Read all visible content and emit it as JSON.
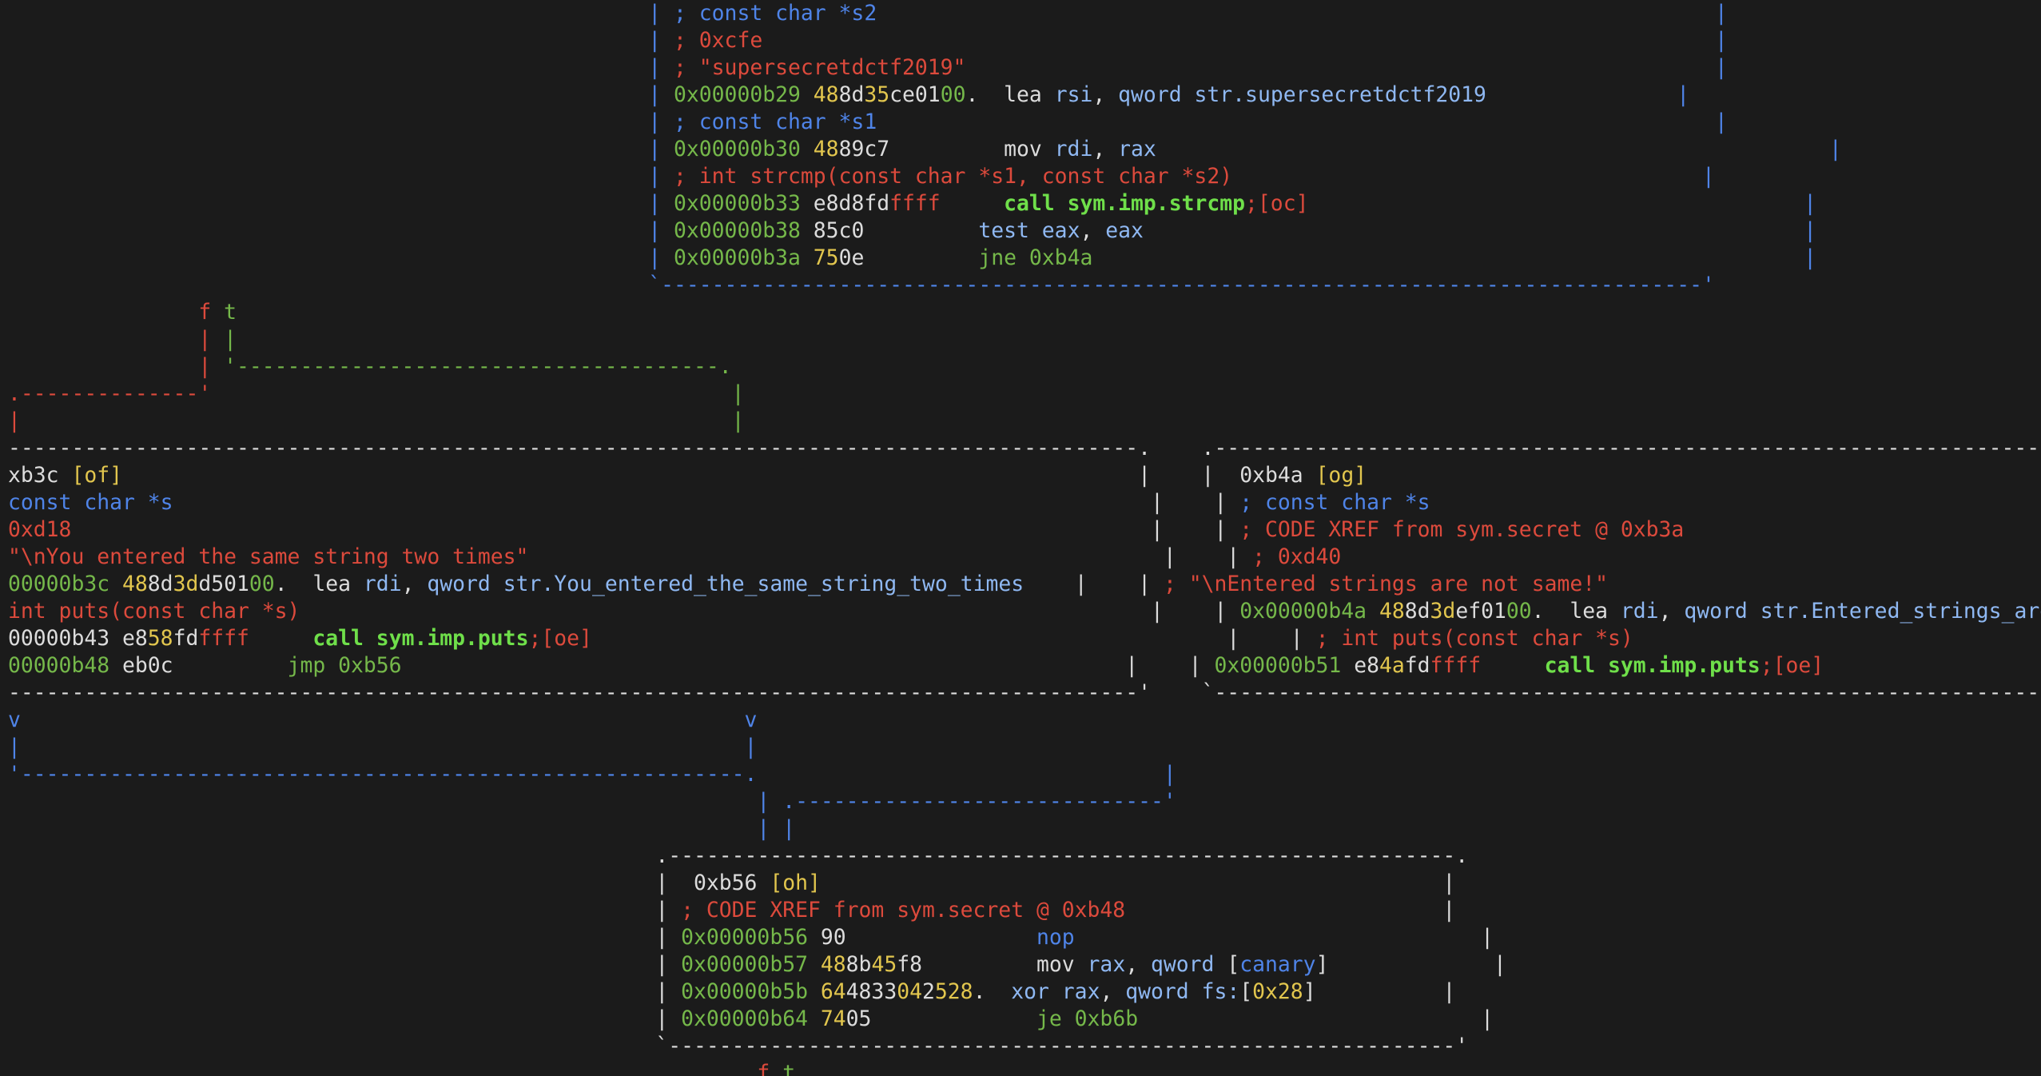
{
  "colors": {
    "background": "#1b1b1b",
    "text": "#dcdcdc",
    "address": "#75b84a",
    "hex_byte": "#e2c64e",
    "comment": "#dc4a3c",
    "graph_edge_false": "#dc4a3c",
    "graph_edge_true": "#5fae3a",
    "graph_edge_jump": "#4f84e8",
    "register": "#8fb8f2",
    "call": "#6fdf4a"
  },
  "rows": [
    [
      [
        "c-b",
        "       | ; const char *s2                                                                  |"
      ]
    ],
    [
      [
        "c-b",
        "       | "
      ],
      [
        "c-r",
        "; 0xcfe"
      ],
      [
        "c-b",
        "                                                                           |"
      ]
    ],
    [
      [
        "c-b",
        "       | "
      ],
      [
        "c-r",
        "; \"supersecretdctf2019\""
      ],
      [
        "c-b",
        "                                                           |"
      ]
    ],
    [
      [
        "c-b",
        "       | "
      ],
      [
        "c-g",
        "0x00000b29"
      ],
      [
        "c-w",
        " "
      ],
      [
        "c-y",
        "48"
      ],
      [
        "c-w",
        "8d"
      ],
      [
        "c-y",
        "35"
      ],
      [
        "c-w",
        "ce01"
      ],
      [
        "c-g",
        "00"
      ],
      [
        "c-w",
        ".  lea "
      ],
      [
        "c-lb",
        "rsi"
      ],
      [
        "c-w",
        ", "
      ],
      [
        "c-lb",
        "qword"
      ],
      [
        "c-w",
        " "
      ],
      [
        "c-lb",
        "str.supersecretdctf2019"
      ],
      [
        "c-b",
        "               |"
      ]
    ],
    [
      [
        "c-b",
        "       | ; const char *s1                                                                  |"
      ]
    ],
    [
      [
        "c-b",
        "       | "
      ],
      [
        "c-g",
        "0x00000b30"
      ],
      [
        "c-w",
        " "
      ],
      [
        "c-y",
        "48"
      ],
      [
        "c-w",
        "89c7         mov "
      ],
      [
        "c-lb",
        "rdi"
      ],
      [
        "c-w",
        ", "
      ],
      [
        "c-lb",
        "rax"
      ],
      [
        "c-b",
        "                                                     |"
      ]
    ],
    [
      [
        "c-b",
        "       | "
      ],
      [
        "c-r",
        "; int strcmp(const char *s1, const char *s2)"
      ],
      [
        "c-b",
        "                                     |"
      ]
    ],
    [
      [
        "c-b",
        "       | "
      ],
      [
        "c-g",
        "0x00000b33"
      ],
      [
        "c-w",
        " e8d8fd"
      ],
      [
        "c-r",
        "ffff"
      ],
      [
        "c-w",
        "     "
      ],
      [
        "c-bg",
        "call sym.imp.strcmp"
      ],
      [
        "c-r",
        ";[oc]"
      ],
      [
        "c-b",
        "                                       |"
      ]
    ],
    [
      [
        "c-b",
        "       | "
      ],
      [
        "c-g",
        "0x00000b38"
      ],
      [
        "c-w",
        " 85c0         "
      ],
      [
        "c-lb",
        "test eax"
      ],
      [
        "c-w",
        ", "
      ],
      [
        "c-lb",
        "eax"
      ],
      [
        "c-b",
        "                                                    |"
      ]
    ],
    [
      [
        "c-b",
        "       | "
      ],
      [
        "c-g",
        "0x00000b3a"
      ],
      [
        "c-w",
        " "
      ],
      [
        "c-y",
        "75"
      ],
      [
        "c-w",
        "0e         "
      ],
      [
        "c-g",
        "jne 0xb4a"
      ],
      [
        "c-b",
        "                                                        |"
      ]
    ],
    [
      [
        "c-b",
        "       `----------------------------------------------------------------------------------'"
      ]
    ],
    [
      [
        "c-r",
        "               f "
      ],
      [
        "c-g",
        "t"
      ]
    ],
    [
      [
        "c-r",
        "               | "
      ],
      [
        "c-g",
        "|"
      ]
    ],
    [
      [
        "c-r",
        "               | "
      ],
      [
        "c-g",
        "'--------------------------------------."
      ]
    ],
    [
      [
        "c-r",
        ".--------------'"
      ],
      [
        "c-g",
        "                                         |"
      ]
    ],
    [
      [
        "c-r",
        "|"
      ],
      [
        "c-g",
        "                                                        |"
      ]
    ],
    [
      [
        "c-w",
        "-----------------------------------------------------------------------------------------.    .-------------------------------------------------------------------------------------"
      ]
    ],
    [
      [
        "c-w",
        "xb3c "
      ],
      [
        "c-y",
        "[of]"
      ],
      [
        "c-w",
        "                                                                                |    |  0xb4a "
      ],
      [
        "c-y",
        "[og]"
      ]
    ],
    [
      [
        "c-b",
        "const char *s"
      ],
      [
        "c-w",
        "                                                                             |    | "
      ],
      [
        "c-b",
        "; const char *s"
      ]
    ],
    [
      [
        "c-r",
        "0xd18"
      ],
      [
        "c-w",
        "                                                                                     |    | "
      ],
      [
        "c-r",
        "; CODE XREF from sym.secret @ 0xb3a"
      ]
    ],
    [
      [
        "c-r",
        "\"\\nYou entered the same string two times\""
      ],
      [
        "c-w",
        "                                                  |    | "
      ],
      [
        "c-r",
        "; 0xd40"
      ]
    ],
    [
      [
        "c-g",
        "00000b3c"
      ],
      [
        "c-w",
        " "
      ],
      [
        "c-y",
        "48"
      ],
      [
        "c-w",
        "8d"
      ],
      [
        "c-y",
        "3d"
      ],
      [
        "c-w",
        "d501"
      ],
      [
        "c-g",
        "00"
      ],
      [
        "c-w",
        ".  lea "
      ],
      [
        "c-lb",
        "rdi"
      ],
      [
        "c-w",
        ", "
      ],
      [
        "c-lb",
        "qword"
      ],
      [
        "c-w",
        " "
      ],
      [
        "c-lb",
        "str.You_entered_the_same_string_two_times"
      ],
      [
        "c-w",
        "    |    | "
      ],
      [
        "c-r",
        "; \"\\nEntered strings are not same!\""
      ]
    ],
    [
      [
        "c-r",
        "int puts(const char *s)"
      ],
      [
        "c-w",
        "                                                                   |    | "
      ],
      [
        "c-g",
        "0x00000b4a"
      ],
      [
        "c-w",
        " "
      ],
      [
        "c-y",
        "48"
      ],
      [
        "c-w",
        "8d"
      ],
      [
        "c-y",
        "3d"
      ],
      [
        "c-w",
        "ef01"
      ],
      [
        "c-g",
        "00"
      ],
      [
        "c-w",
        ".  lea "
      ],
      [
        "c-lb",
        "rdi"
      ],
      [
        "c-w",
        ", "
      ],
      [
        "c-lb",
        "qword"
      ],
      [
        "c-w",
        " "
      ],
      [
        "c-lb",
        "str.Entered_strings_are_not"
      ]
    ],
    [
      [
        "c-w",
        "00000b43 e8"
      ],
      [
        "c-y",
        "58"
      ],
      [
        "c-w",
        "fd"
      ],
      [
        "c-r",
        "ffff"
      ],
      [
        "c-w",
        "     "
      ],
      [
        "c-bg",
        "call sym.imp.puts"
      ],
      [
        "c-r",
        ";[oe]"
      ],
      [
        "c-w",
        "                                                  |    | "
      ],
      [
        "c-r",
        "; int puts(const char *s)"
      ]
    ],
    [
      [
        "c-g",
        "00000b48"
      ],
      [
        "c-w",
        " eb0c         "
      ],
      [
        "c-g",
        "jmp 0xb56"
      ],
      [
        "c-w",
        "                                                         |    | "
      ],
      [
        "c-g",
        "0x00000b51"
      ],
      [
        "c-w",
        " e8"
      ],
      [
        "c-y",
        "4a"
      ],
      [
        "c-w",
        "fd"
      ],
      [
        "c-r",
        "ffff"
      ],
      [
        "c-w",
        "     "
      ],
      [
        "c-bg",
        "call sym.imp.puts"
      ],
      [
        "c-r",
        ";[oe]"
      ]
    ],
    [
      [
        "c-w",
        "-----------------------------------------------------------------------------------------'    `-------------------------------------------------------------------------------------"
      ]
    ],
    [
      [
        "c-b",
        "v                                                         v"
      ]
    ],
    [
      [
        "c-b",
        "|                                                         |"
      ]
    ],
    [
      [
        "c-b",
        "'---------------------------------------------------------.                                |"
      ]
    ],
    [
      [
        "c-b",
        "                                                           | .-----------------------------'"
      ]
    ],
    [
      [
        "c-b",
        "                                                           | |"
      ]
    ],
    [
      [
        "c-w",
        "                                                   .--------------------------------------------------------------."
      ]
    ],
    [
      [
        "c-w",
        "                                                   |  0xb56 "
      ],
      [
        "c-y",
        "[oh]"
      ],
      [
        "c-w",
        "                                                 |"
      ]
    ],
    [
      [
        "c-w",
        "                                                   | "
      ],
      [
        "c-r",
        "; CODE XREF from sym.secret @ 0xb48"
      ],
      [
        "c-w",
        "                         |"
      ]
    ],
    [
      [
        "c-w",
        "                                                   | "
      ],
      [
        "c-g",
        "0x00000b56"
      ],
      [
        "c-w",
        " 90               "
      ],
      [
        "c-b",
        "nop"
      ],
      [
        "c-w",
        "                                |"
      ]
    ],
    [
      [
        "c-w",
        "                                                   | "
      ],
      [
        "c-g",
        "0x00000b57"
      ],
      [
        "c-w",
        " "
      ],
      [
        "c-y",
        "48"
      ],
      [
        "c-w",
        "8b"
      ],
      [
        "c-y",
        "45"
      ],
      [
        "c-w",
        "f8         mov "
      ],
      [
        "c-lb",
        "rax"
      ],
      [
        "c-w",
        ", "
      ],
      [
        "c-lb",
        "qword"
      ],
      [
        "c-w",
        " ["
      ],
      [
        "c-b",
        "canary"
      ],
      [
        "c-w",
        "]             |"
      ]
    ],
    [
      [
        "c-w",
        "                                                   | "
      ],
      [
        "c-g",
        "0x00000b5b"
      ],
      [
        "c-w",
        " "
      ],
      [
        "c-y",
        "64"
      ],
      [
        "c-w",
        "4833"
      ],
      [
        "c-y",
        "04"
      ],
      [
        "c-w",
        "2"
      ],
      [
        "c-y",
        "528"
      ],
      [
        "c-w",
        ".  "
      ],
      [
        "c-lb",
        "xor rax"
      ],
      [
        "c-w",
        ", "
      ],
      [
        "c-lb",
        "qword fs:"
      ],
      [
        "c-w",
        "["
      ],
      [
        "c-y",
        "0x28"
      ],
      [
        "c-w",
        "]          |"
      ]
    ],
    [
      [
        "c-w",
        "                                                   | "
      ],
      [
        "c-g",
        "0x00000b64"
      ],
      [
        "c-w",
        " "
      ],
      [
        "c-y",
        "74"
      ],
      [
        "c-w",
        "05             "
      ],
      [
        "c-g",
        "je 0xb6b"
      ],
      [
        "c-w",
        "                           |"
      ]
    ],
    [
      [
        "c-w",
        "                                                   `--------------------------------------------------------------'"
      ]
    ],
    [
      [
        "c-r",
        "                                                           f "
      ],
      [
        "c-g",
        "t"
      ]
    ]
  ]
}
